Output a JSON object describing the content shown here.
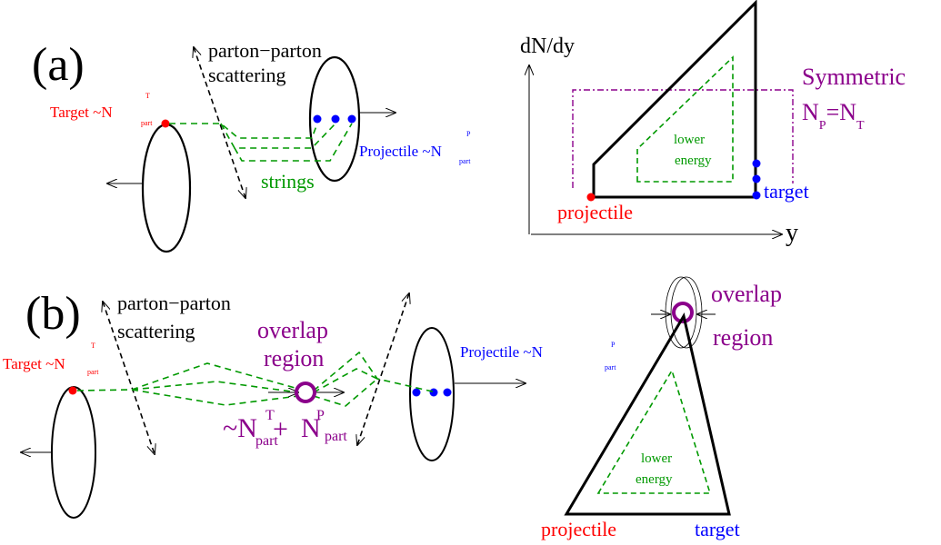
{
  "panel_a": {
    "label": "(a)",
    "scattering_line1": "parton−parton",
    "scattering_line2": "scattering",
    "target_label": "Target ~N",
    "target_sup": "T",
    "target_sub": "part",
    "projectile_label": "Projectile ~N",
    "projectile_sup": "P",
    "projectile_sub": "part",
    "strings_label": "strings",
    "plot": {
      "ylabel": "dN/dy",
      "xlabel": "y",
      "lower_energy_line1": "lower",
      "lower_energy_line2": "energy",
      "projectile_label": "projectile",
      "target_label": "target",
      "symmetric_label": "Symmetric",
      "symmetric_eq_N1": "N",
      "symmetric_eq_sub1": "P",
      "symmetric_eq_mid": "=N",
      "symmetric_eq_sub2": "T"
    }
  },
  "panel_b": {
    "label": "(b)",
    "scattering_line1": "parton−parton",
    "scattering_line2": "scattering",
    "target_label": "Target ~N",
    "target_sup": "T",
    "target_sub": "part",
    "projectile_label": "Projectile ~N",
    "projectile_sup": "P",
    "projectile_sub": "part",
    "overlap_line1": "overlap",
    "overlap_line2": "region",
    "sum_tilde_N": "~N",
    "sum_sup1": "T",
    "sum_sub1": "part",
    "sum_plus": "+",
    "sum_N2": "N",
    "sum_sup2": "P",
    "sum_sub2": "part",
    "triangle": {
      "overlap_line1": "overlap",
      "overlap_line2": "region",
      "lower_energy_line1": "lower",
      "lower_energy_line2": "energy",
      "projectile_label": "projectile",
      "target_label": "target"
    }
  },
  "colors": {
    "target": "#ff0000",
    "projectile": "#0000ff",
    "strings": "#009900",
    "overlap": "#8b008b",
    "outline": "#000000"
  }
}
